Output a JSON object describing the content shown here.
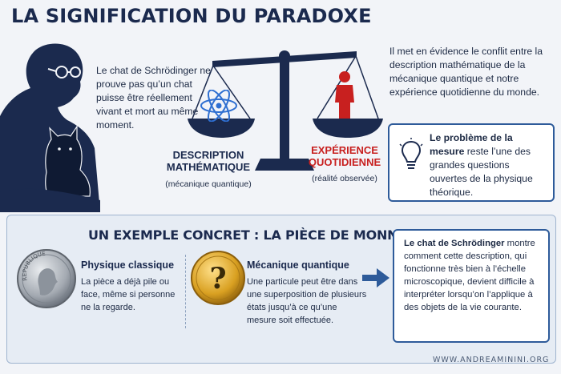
{
  "title": "LA SIGNIFICATION DU PARADOXE",
  "intro_text": "Le chat de Schrödinger ne prouve pas qu’un chat puisse être réellement vivant et mort au même moment.",
  "right_text": "Il met en évidence le conflit entre la description mathématique de la mécanique quantique et notre expérience quotidienne du monde.",
  "scale": {
    "left_label_line1": "DESCRIPTION",
    "left_label_line2": "MATHÉMATIQUE",
    "left_sub": "(mécanique quantique)",
    "right_label_line1": "EXPÉRIENCE",
    "right_label_line2": "QUOTIDIENNE",
    "right_sub": "(réalité observée)"
  },
  "measurement_card": {
    "bold": "Le problème de la mesure",
    "rest": " reste l’une des grandes questions ouvertes de la physique théorique."
  },
  "example": {
    "title": "UN EXEMPLE CONCRET : LA PIÈCE DE MONNAIE",
    "classical_heading": "Physique classique",
    "classical_text": "La pièce a déjà pile ou face, même si personne ne la regarde.",
    "coin_inscription": "REPUBLIQUE",
    "quantum_heading": "Mécanique quantique",
    "quantum_text": "Une particule peut être dans une superposition de plusieurs états jusqu’à ce qu’une mesure soit effectuée.",
    "question_mark": "?",
    "conclusion_bold": "Le chat de Schrödinger",
    "conclusion_rest": " montre comment cette description, qui fonctionne très bien à l’échelle microscopique, devient difficile à interpréter lorsqu’on l’applique à des objets de la vie courante."
  },
  "footer_url": "WWW.ANDREAMININI.ORG",
  "colors": {
    "navy": "#1b2a4e",
    "accent_blue": "#2e5b9a",
    "red": "#c8201f",
    "gold": "#d9a021"
  }
}
